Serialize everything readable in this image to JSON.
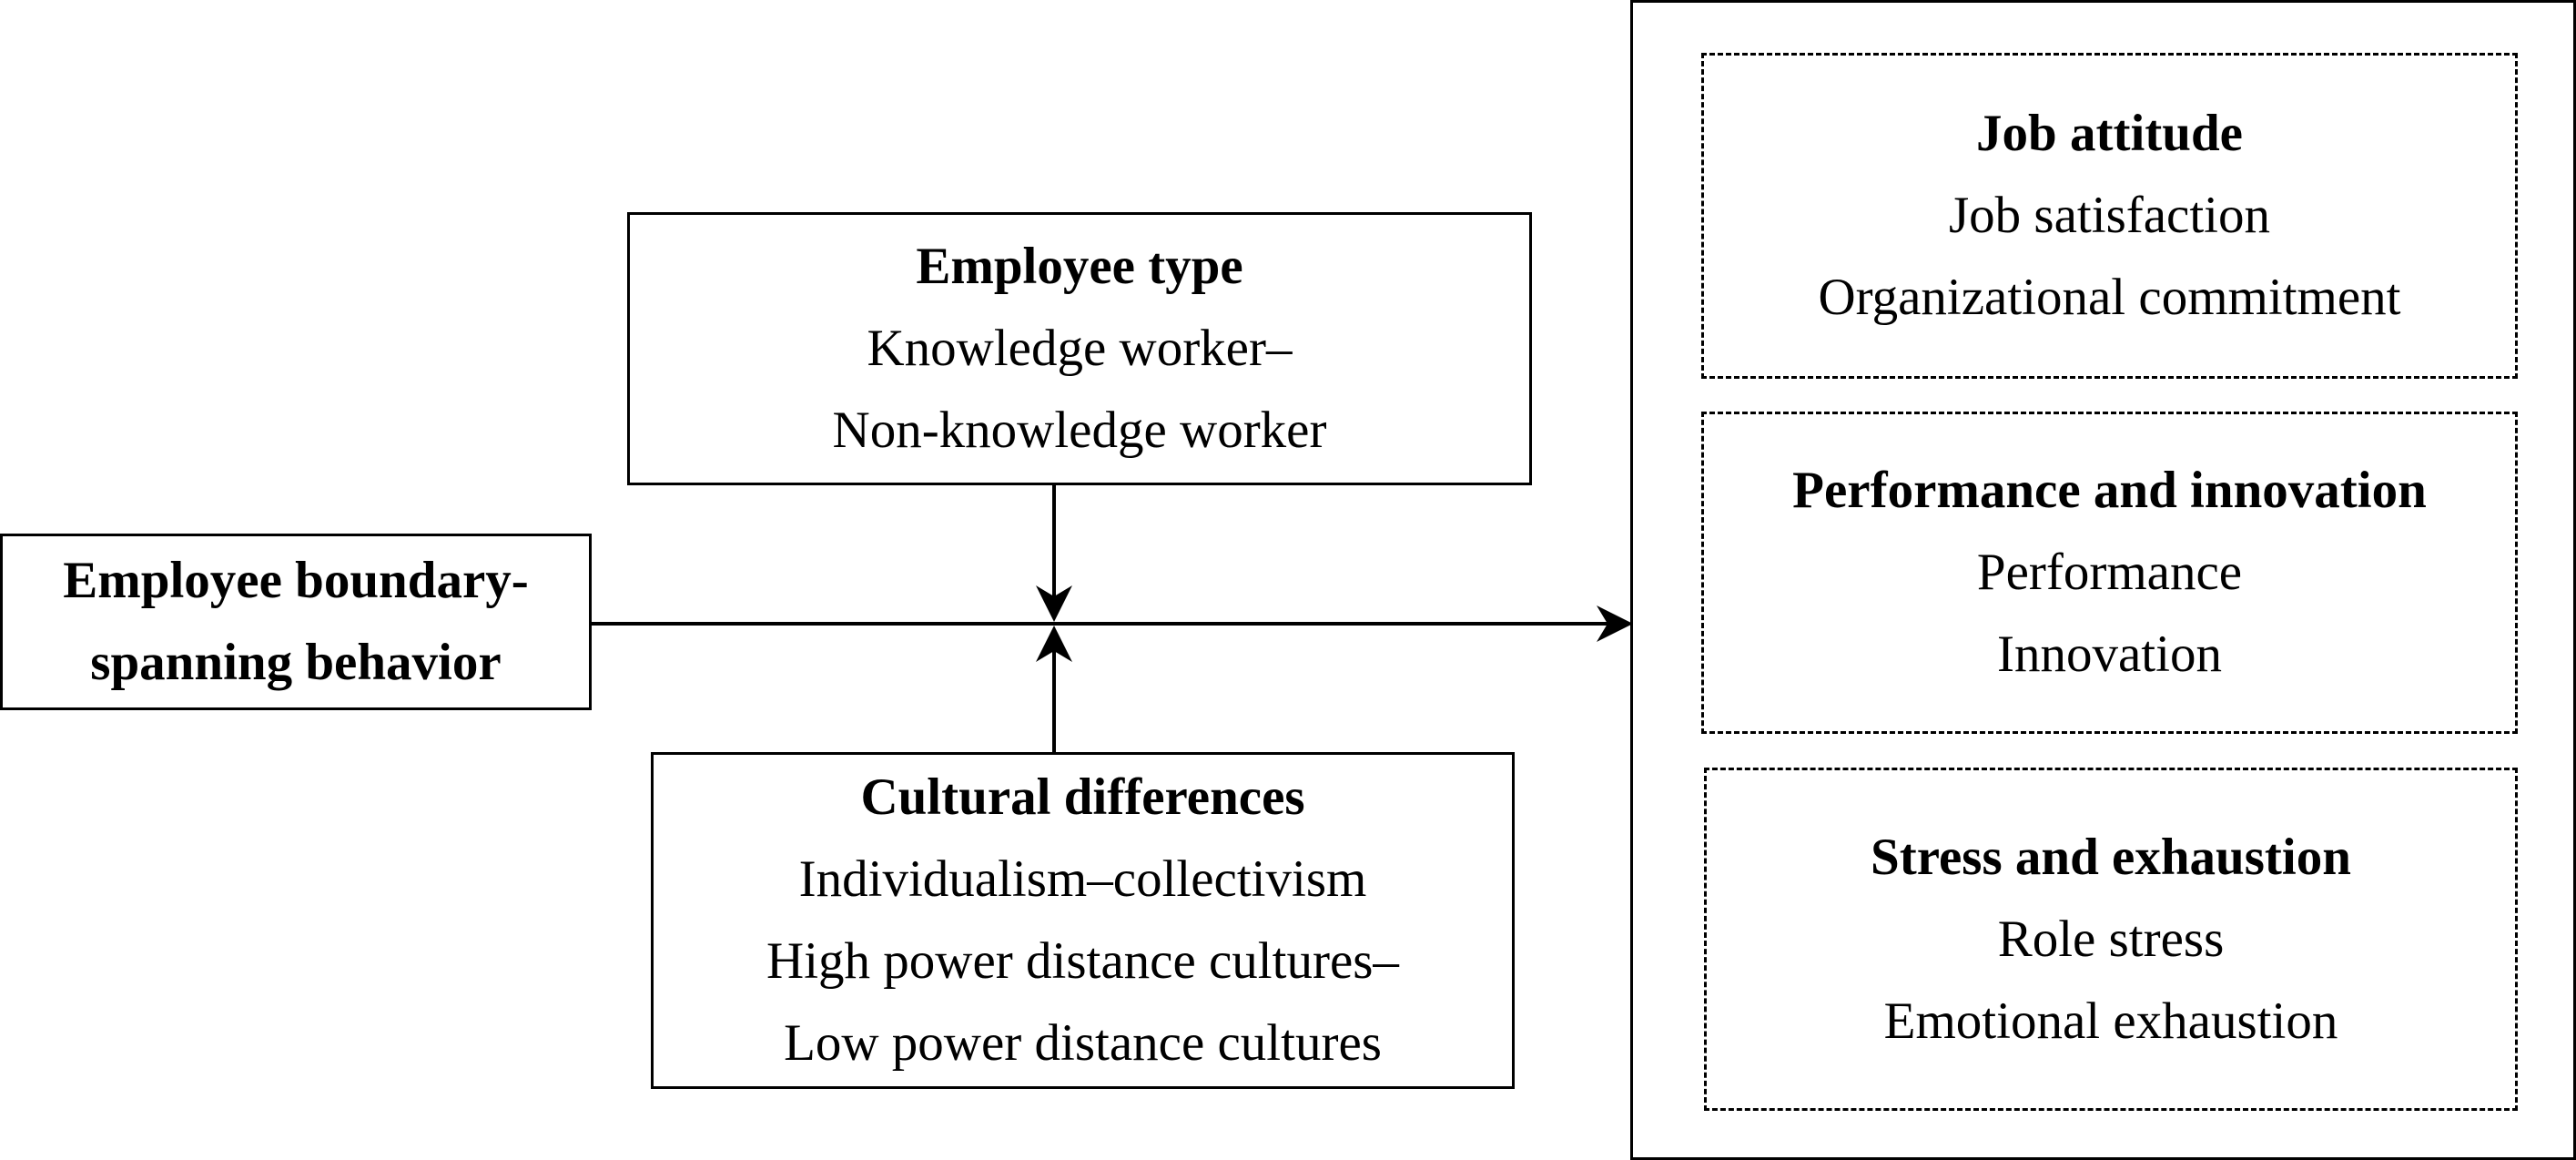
{
  "input": {
    "line1": "Employee boundary-",
    "line2": "spanning behavior"
  },
  "moderator_top": {
    "title": "Employee type",
    "lines": [
      "Knowledge worker–",
      "Non-knowledge worker"
    ]
  },
  "moderator_bottom": {
    "title": "Cultural differences",
    "lines": [
      "Individualism–collectivism",
      "High power distance cultures–",
      "Low power distance cultures"
    ]
  },
  "outcomes": [
    {
      "title": "Job attitude",
      "lines": [
        "Job satisfaction",
        "Organizational commitment"
      ]
    },
    {
      "title": "Performance and innovation",
      "lines": [
        "Performance",
        "Innovation"
      ]
    },
    {
      "title": "Stress and exhaustion",
      "lines": [
        "Role stress",
        "Emotional exhaustion"
      ]
    }
  ]
}
